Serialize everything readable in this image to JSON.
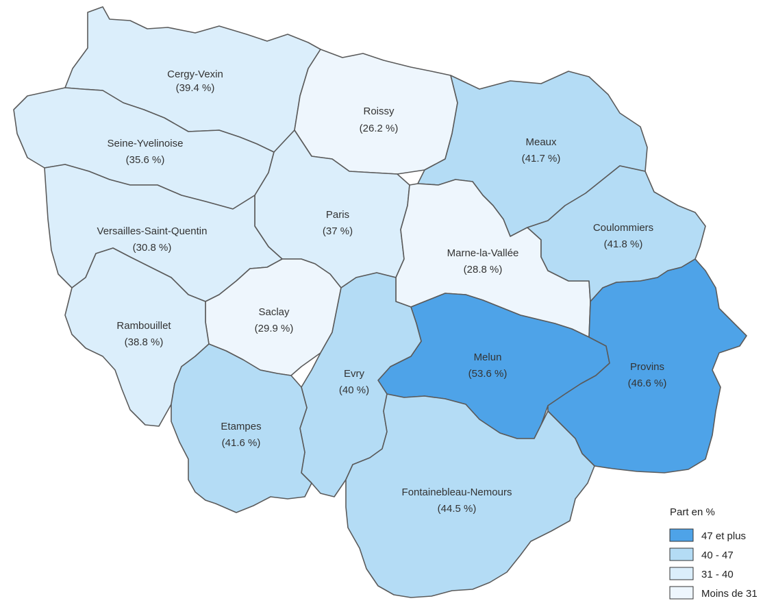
{
  "map": {
    "regions": [
      {
        "id": "cergy-vexin",
        "name": "Cergy-Vexin",
        "value_label": "(39.4 %)",
        "color": "#dbeefb"
      },
      {
        "id": "roissy",
        "name": "Roissy",
        "value_label": "(26.2 %)",
        "color": "#eef6fd"
      },
      {
        "id": "seine-yvelinoise",
        "name": "Seine-Yvelinoise",
        "value_label": "(35.6 %)",
        "color": "#dbeefb"
      },
      {
        "id": "meaux",
        "name": "Meaux",
        "value_label": "(41.7 %)",
        "color": "#b4dcf5"
      },
      {
        "id": "paris",
        "name": "Paris",
        "value_label": "(37 %)",
        "color": "#dbeefb"
      },
      {
        "id": "versailles",
        "name": "Versailles-Saint-Quentin",
        "value_label": "(30.8 %)",
        "color": "#dbeefb"
      },
      {
        "id": "marne-la-vallee",
        "name": "Marne-la-Vallée",
        "value_label": "(28.8 %)",
        "color": "#eef6fd"
      },
      {
        "id": "coulommiers",
        "name": "Coulommiers",
        "value_label": "(41.8 %)",
        "color": "#b4dcf5"
      },
      {
        "id": "saclay",
        "name": "Saclay",
        "value_label": "(29.9 %)",
        "color": "#eef6fd"
      },
      {
        "id": "rambouillet",
        "name": "Rambouillet",
        "value_label": "(38.8 %)",
        "color": "#dbeefb"
      },
      {
        "id": "melun",
        "name": "Melun",
        "value_label": "(53.6 %)",
        "color": "#4ea3e8"
      },
      {
        "id": "provins",
        "name": "Provins",
        "value_label": "(46.6 %)",
        "color": "#4ea3e8"
      },
      {
        "id": "evry",
        "name": "Evry",
        "value_label": "(40 %)",
        "color": "#b4dcf5"
      },
      {
        "id": "etampes",
        "name": "Etampes",
        "value_label": "(41.6 %)",
        "color": "#b4dcf5"
      },
      {
        "id": "fontainebleau",
        "name": "Fontainebleau-Nemours",
        "value_label": "(44.5 %)",
        "color": "#b4dcf5"
      }
    ]
  },
  "legend": {
    "title": "Part en %",
    "items": [
      {
        "label": "47 et plus",
        "color": "#4ea3e8"
      },
      {
        "label": "40 - 47",
        "color": "#b4dcf5"
      },
      {
        "label": "31 - 40",
        "color": "#dbeefb"
      },
      {
        "label": "Moins de 31",
        "color": "#eef6fd"
      }
    ]
  }
}
